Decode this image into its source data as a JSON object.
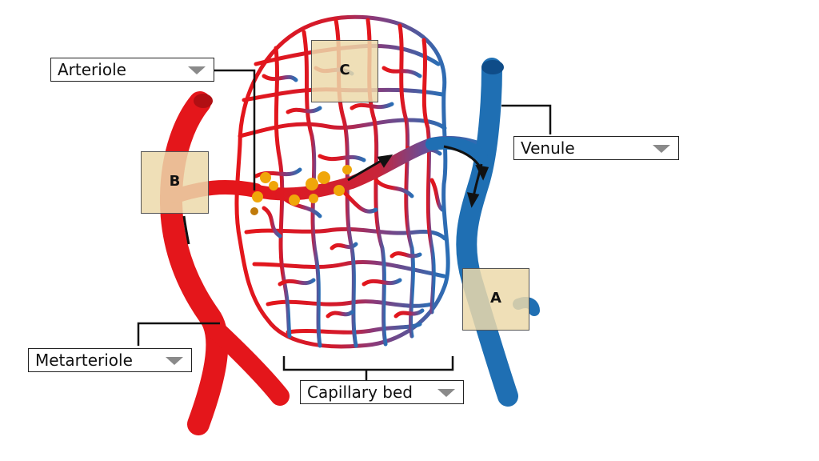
{
  "dropdowns": {
    "arteriole": "Arteriole",
    "venule": "Venule",
    "metarteriole": "Metarteriole",
    "capillary_bed": "Capillary bed"
  },
  "labels": {
    "a": "A",
    "b": "B",
    "c": "C"
  },
  "colors": {
    "artery": "#e4161b",
    "vein": "#1f6fb3",
    "sphincter": "#f0a60a",
    "label_box": "#ecd9aa"
  }
}
